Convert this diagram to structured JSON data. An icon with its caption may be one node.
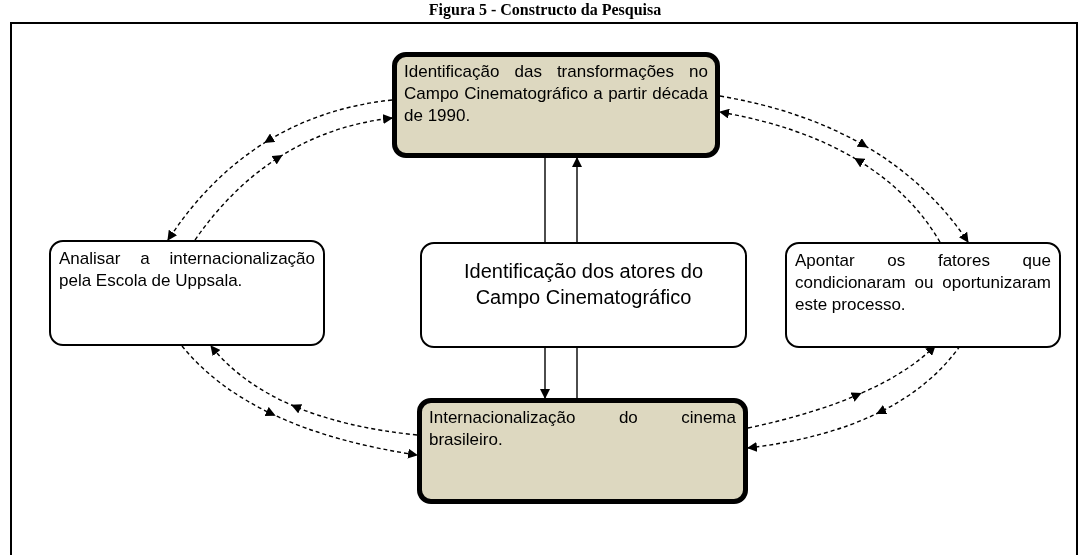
{
  "diagram": {
    "title": "Figura 5 - Constructo da Pesquisa",
    "nodes": [
      {
        "text": [
          "Identificação das transformações no Campo Cinematográfico a partir década de 1990."
        ]
      },
      {
        "text": [
          "Analisar a internacionalização pela  Escola de Uppsala."
        ]
      },
      {
        "text": [
          "Identificação dos atores do Campo Cinematográfico"
        ]
      },
      {
        "text": [
          "Apontar os fatores que condicionaram ou oportunizaram este processo."
        ]
      },
      {
        "text": [
          "Internacionalização do cinema brasileiro."
        ]
      }
    ],
    "edges": [
      {
        "from": 0,
        "to": 1,
        "arrow": "to",
        "style": "dashed"
      },
      {
        "from": 1,
        "to": 0,
        "arrow": "to",
        "style": "dashed"
      },
      {
        "from": 0,
        "to": 3,
        "arrow": "to",
        "style": "dashed"
      },
      {
        "from": 3,
        "to": 0,
        "arrow": "to",
        "style": "dashed"
      },
      {
        "from": 1,
        "to": 4,
        "arrow": "to",
        "style": "dashed"
      },
      {
        "from": 4,
        "to": 1,
        "arrow": "to",
        "style": "dashed"
      },
      {
        "from": 4,
        "to": 3,
        "arrow": "to",
        "style": "dashed"
      },
      {
        "from": 3,
        "to": 4,
        "arrow": "to",
        "style": "dashed"
      },
      {
        "from": 0,
        "to": 2,
        "arrow": "none"
      },
      {
        "from": 2,
        "to": 4,
        "arrow": "to"
      },
      {
        "from": 4,
        "to": 2,
        "arrow": "none"
      },
      {
        "from": 2,
        "to": 0,
        "arrow": "to"
      }
    ]
  }
}
